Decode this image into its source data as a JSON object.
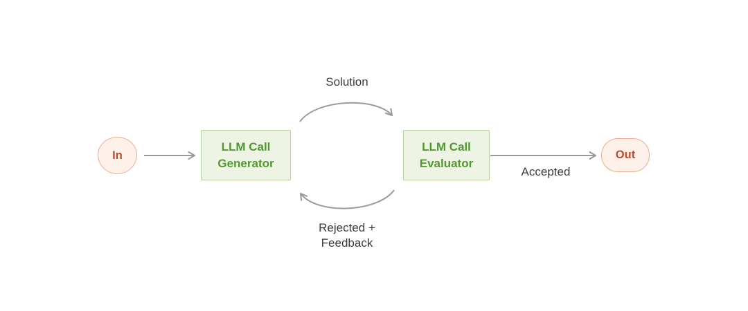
{
  "diagram": {
    "nodes": {
      "in": {
        "label": "In"
      },
      "generator": {
        "label": "LLM Call\nGenerator"
      },
      "evaluator": {
        "label": "LLM Call\nEvaluator"
      },
      "out": {
        "label": "Out"
      }
    },
    "edges": {
      "in_to_generator": {
        "label": ""
      },
      "generator_to_evaluator": {
        "label": "Solution"
      },
      "evaluator_to_generator": {
        "label": "Rejected +\nFeedback"
      },
      "evaluator_to_out": {
        "label": "Accepted"
      }
    },
    "colors": {
      "background": "#ffffff",
      "box_fill": "#edf4e4",
      "box_border": "#b5d5a0",
      "box_text": "#4f9a2d",
      "pill_fill": "#fdf1ea",
      "pill_border": "#eeab91",
      "pill_text": "#bf4a2a",
      "arrow": "#9a9a97",
      "edge_label_text": "#3b3b39"
    }
  }
}
